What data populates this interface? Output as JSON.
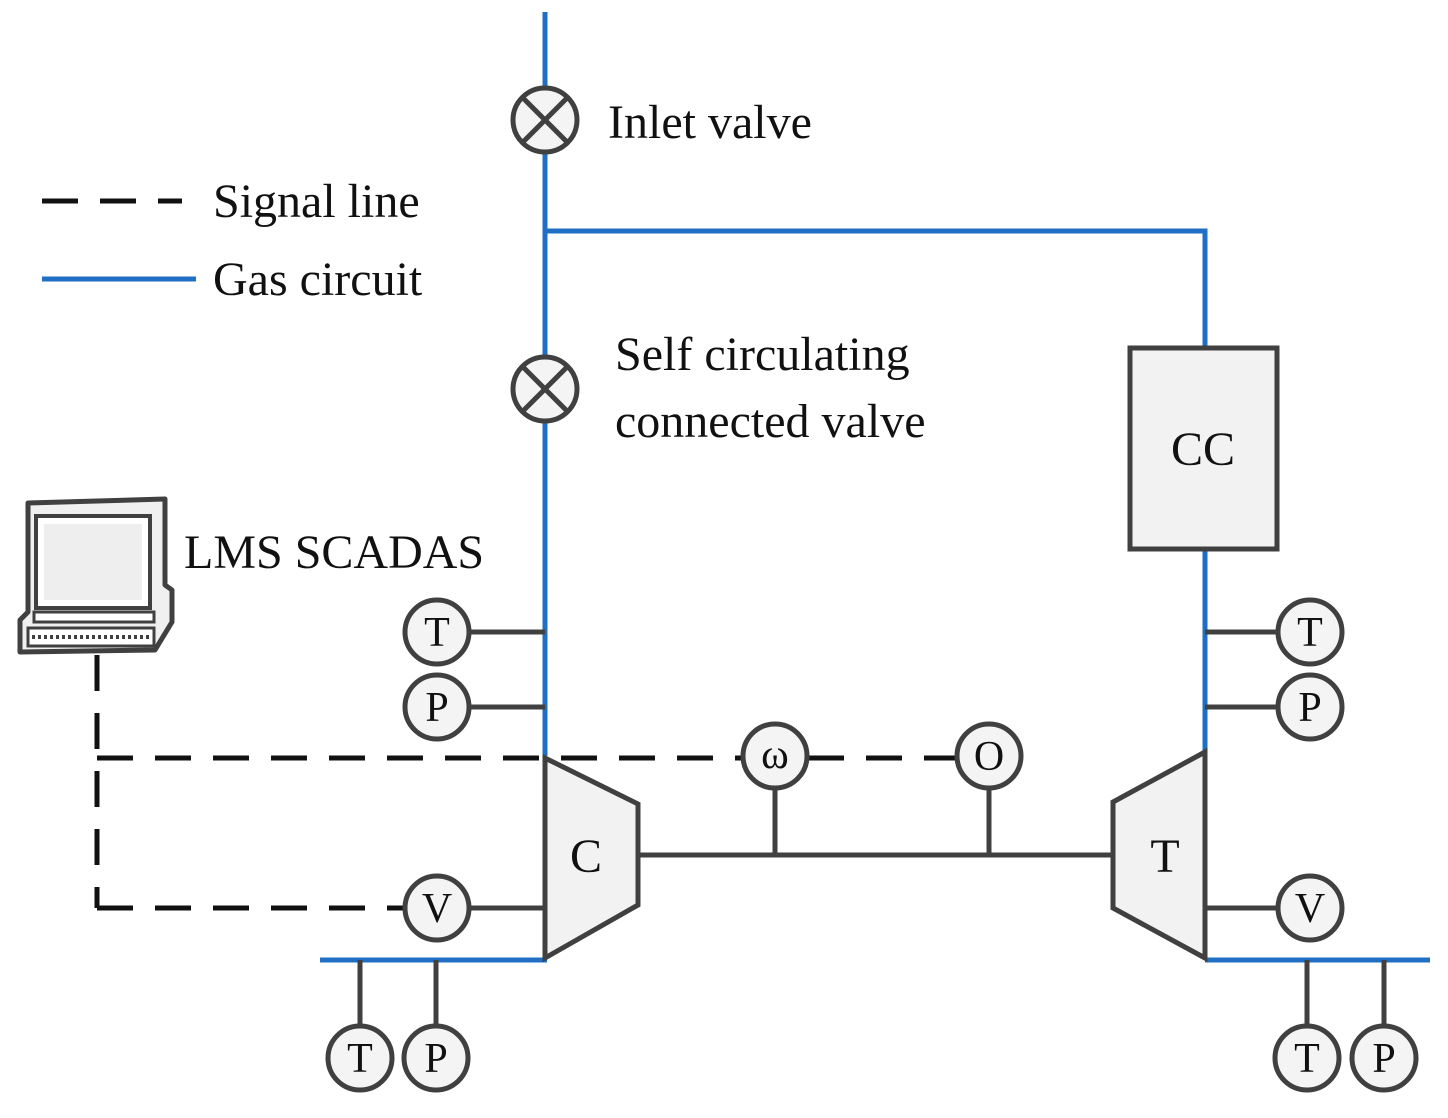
{
  "legend": {
    "signal_line": "Signal line",
    "gas_circuit": "Gas circuit"
  },
  "labels": {
    "inlet_valve": "Inlet valve",
    "self_circ_line1": "Self circulating",
    "self_circ_line2": "connected valve",
    "daq": "LMS SCADAS",
    "combustion_chamber": "CC",
    "compressor": "C",
    "turbine": "T"
  },
  "sensors": {
    "temperature": "T",
    "pressure": "P",
    "vibration": "V",
    "speed": "ω",
    "other": "O"
  },
  "colors": {
    "gas_circuit": "#1f6fc5",
    "signal_line": "#111111",
    "outline": "#404040"
  },
  "icons": {
    "valve": "valve-icon",
    "daq": "computer-icon"
  }
}
